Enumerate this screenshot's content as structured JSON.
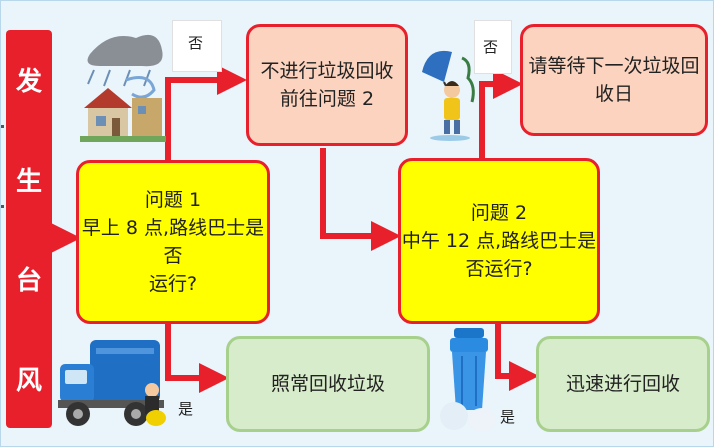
{
  "sidebar": {
    "chars": [
      "发",
      "生",
      "台",
      "风"
    ]
  },
  "nodes": {
    "q1": "问题 1\n早上 8 点,路线巴士是否\n运行?",
    "q2": "问题 2\n中午 12 点,路线巴士是\n否运行?",
    "stop": "不进行垃圾回收\n前往问题 2",
    "wait": "请等待下一次垃圾回收日",
    "normal": "照常回收垃圾",
    "quick": "迅速进行回收"
  },
  "labels": {
    "no": "否",
    "yes": "是"
  },
  "colors": {
    "arrow": "#e8202c",
    "red_fill": "#fbd3bf",
    "yellow_fill": "#ffff00",
    "green_fill": "#d7ecca"
  },
  "icons": [
    "typhoon-house-icon",
    "person-umbrella-icon",
    "garbage-truck-icon",
    "trash-can-icon"
  ]
}
